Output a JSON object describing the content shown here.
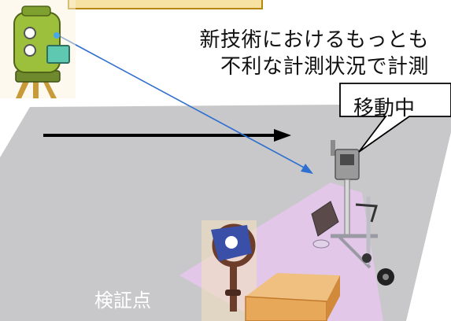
{
  "caption": {
    "line1": "新技術におけるもっとも",
    "line2": "不利な計測状況で計測"
  },
  "callout": {
    "text": "移動中"
  },
  "verification_point": {
    "label": "検証点"
  },
  "colors": {
    "ground": "#c8c8ca",
    "coverage": "#e6c6ec",
    "measurement_line": "#2f6fd0",
    "motion_arrow": "#000000",
    "banner": "#f6e3a3",
    "banner_border": "#b8860b",
    "box": "#e8a85a"
  },
  "icons": {
    "total_station": "total-station-icon",
    "scanner_cart": "laser-scanner-cart-icon",
    "prism_target": "prism-target-icon",
    "box": "box-icon"
  }
}
